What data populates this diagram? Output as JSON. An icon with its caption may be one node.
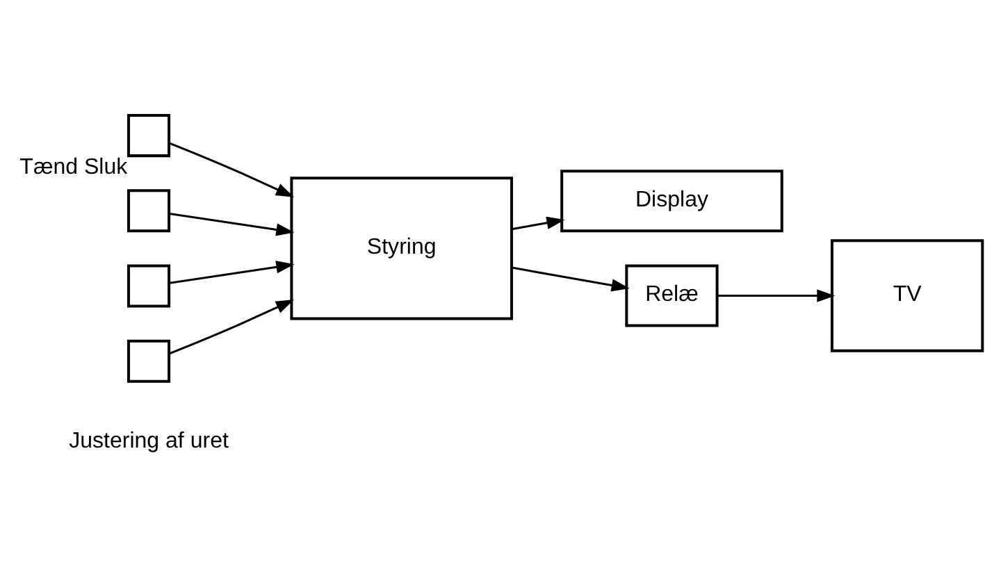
{
  "diagram": {
    "nodes": [
      {
        "text": [
          "Display"
        ]
      },
      {
        "text": [
          "Styring"
        ]
      },
      {
        "text": [],
        "shape": "box",
        "beside": [
          "Tænd Sluk"
        ]
      },
      {
        "text": [
          "Relæ"
        ]
      },
      {
        "text": [
          "TV"
        ]
      },
      {
        "text": [],
        "shape": "box"
      },
      {
        "text": [],
        "shape": "box"
      },
      {
        "text": [],
        "shape": "box"
      }
    ],
    "edges": [
      {
        "from": 1,
        "to": 0,
        "arrow": "to"
      },
      {
        "from": 2,
        "to": 1,
        "arrow": "to"
      },
      {
        "from": 1,
        "to": 3,
        "arrow": "to"
      },
      {
        "from": 3,
        "to": 4,
        "arrow": "to"
      },
      {
        "from": 5,
        "to": 1,
        "arrow": "to"
      },
      {
        "from": 6,
        "to": 1,
        "arrow": "to"
      },
      {
        "from": 7,
        "to": 1,
        "arrow": "to"
      }
    ],
    "labels": [
      "Justering af uret"
    ]
  }
}
